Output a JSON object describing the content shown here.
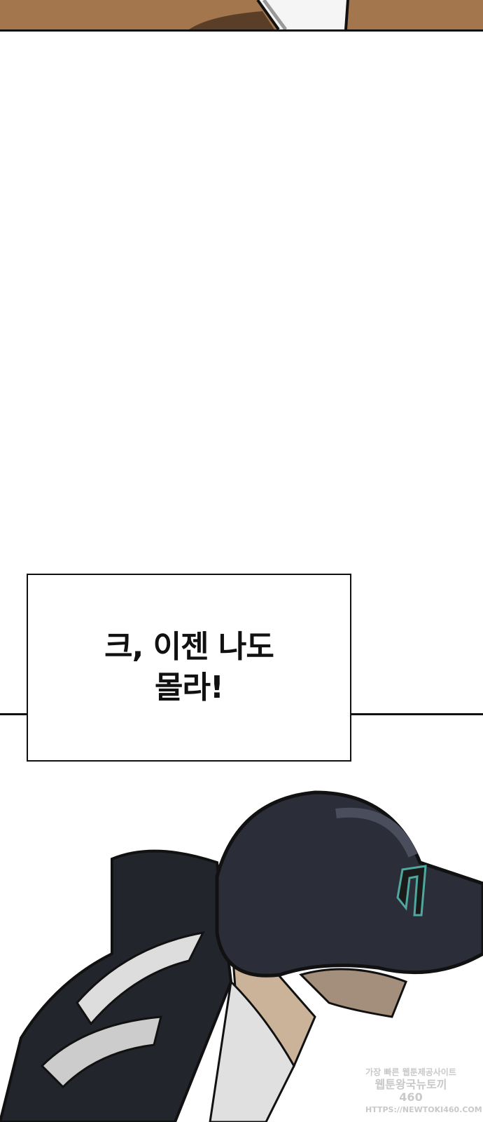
{
  "caption": {
    "line1": "크, 이젠 나도",
    "line2": "몰라!"
  },
  "watermark": {
    "line1": "가장 빠른 웹툰제공사이트",
    "line2": "웹툰왕국뉴토끼460",
    "line3": "HTTPS://NEWTOKI460.COM"
  },
  "colors": {
    "top_panel": "#a4764d",
    "helmet": "#2b2e38",
    "logo": "#4fa8a0"
  }
}
